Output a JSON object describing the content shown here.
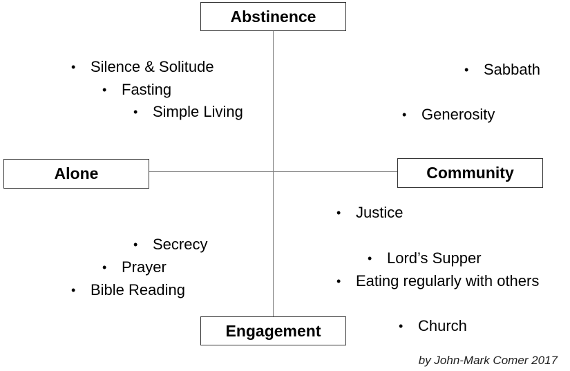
{
  "quadrant_axes": {
    "top": "Abstinence",
    "left": "Alone",
    "right": "Community",
    "bottom": "Engagement"
  },
  "bullet": "•",
  "practices": {
    "abstinence_alone": [
      "Silence & Solitude",
      "Fasting",
      "Simple Living"
    ],
    "abstinence_community": [
      "Sabbath",
      "Generosity"
    ],
    "engagement_alone": [
      "Secrecy",
      "Prayer",
      "Bible Reading"
    ],
    "engagement_community": [
      "Justice",
      "Lord’s Supper",
      "Eating regularly with others",
      "Church"
    ]
  },
  "credit": "by John-Mark Comer 2017"
}
